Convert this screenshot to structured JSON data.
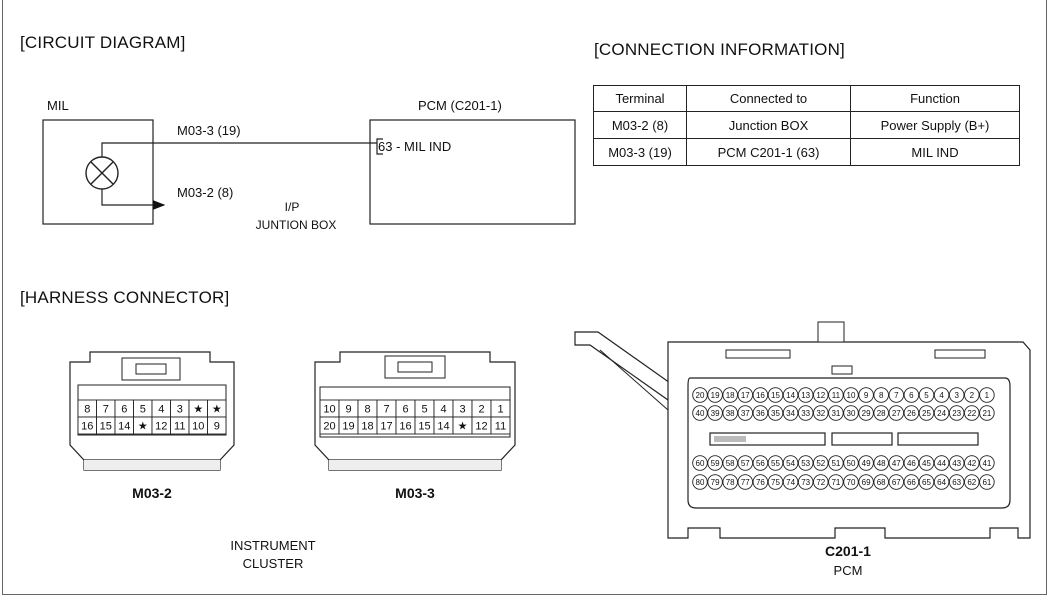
{
  "headings": {
    "circuit_diagram": "[CIRCUIT DIAGRAM]",
    "connection_information": "[CONNECTION INFORMATION]",
    "harness_connector": "[HARNESS CONNECTOR]"
  },
  "circuit": {
    "mil_label": "MIL",
    "pcm_label": "PCM (C201-1)",
    "wire_top_label": "M03-3 (19)",
    "wire_bottom_label": "M03-2 (8)",
    "pcm_pin_label": "63 - MIL IND",
    "ip_label_line1": "I/P",
    "ip_label_line2": "JUNTION BOX"
  },
  "connection_table": {
    "headers": [
      "Terminal",
      "Connected to",
      "Function"
    ],
    "rows": [
      [
        "M03-2 (8)",
        "Junction BOX",
        "Power Supply (B+)"
      ],
      [
        "M03-3 (19)",
        "PCM C201-1 (63)",
        "MIL IND"
      ]
    ]
  },
  "connectors": {
    "m03_2": {
      "label": "M03-2",
      "row1": [
        "8",
        "7",
        "6",
        "5",
        "4",
        "3",
        "★",
        "★"
      ],
      "row2": [
        "16",
        "15",
        "14",
        "★",
        "12",
        "11",
        "10",
        "9"
      ]
    },
    "m03_3": {
      "label": "M03-3",
      "row1": [
        "10",
        "9",
        "8",
        "7",
        "6",
        "5",
        "4",
        "3",
        "2",
        "1"
      ],
      "row2": [
        "20",
        "19",
        "18",
        "17",
        "16",
        "15",
        "14",
        "★",
        "12",
        "11"
      ]
    },
    "instrument_cluster_line1": "INSTRUMENT",
    "instrument_cluster_line2": "CLUSTER",
    "c201_1": {
      "label": "C201-1",
      "sublabel": "PCM",
      "row1": [
        "20",
        "19",
        "18",
        "17",
        "16",
        "15",
        "14",
        "13",
        "12",
        "11",
        "10",
        "9",
        "8",
        "7",
        "6",
        "5",
        "4",
        "3",
        "2",
        "1"
      ],
      "row2": [
        "40",
        "39",
        "38",
        "37",
        "36",
        "35",
        "34",
        "33",
        "32",
        "31",
        "30",
        "29",
        "28",
        "27",
        "26",
        "25",
        "24",
        "23",
        "22",
        "21"
      ],
      "row3": [
        "60",
        "59",
        "58",
        "57",
        "56",
        "55",
        "54",
        "53",
        "52",
        "51",
        "50",
        "49",
        "48",
        "47",
        "46",
        "45",
        "44",
        "43",
        "42",
        "41"
      ],
      "row4": [
        "80",
        "79",
        "78",
        "77",
        "76",
        "75",
        "74",
        "73",
        "72",
        "71",
        "70",
        "69",
        "68",
        "67",
        "66",
        "65",
        "64",
        "63",
        "62",
        "61"
      ]
    }
  }
}
